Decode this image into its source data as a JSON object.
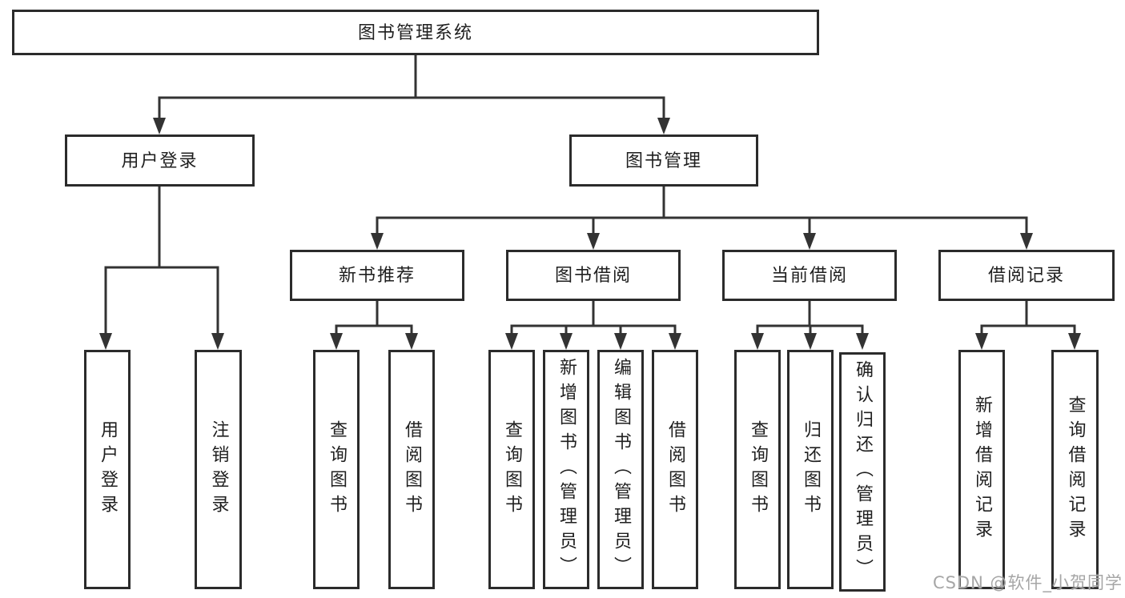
{
  "tree": {
    "root": {
      "label": "图书管理系统",
      "children": [
        {
          "label": "用户登录",
          "children": [
            {
              "label": "用户登录"
            },
            {
              "label": "注销登录"
            }
          ]
        },
        {
          "label": "图书管理",
          "children": [
            {
              "label": "新书推荐",
              "children": [
                {
                  "label": "查询图书"
                },
                {
                  "label": "借阅图书"
                }
              ]
            },
            {
              "label": "图书借阅",
              "children": [
                {
                  "label": "查询图书"
                },
                {
                  "label": "新增图书（管理员）"
                },
                {
                  "label": "编辑图书（管理员）"
                },
                {
                  "label": "借阅图书"
                }
              ]
            },
            {
              "label": "当前借阅",
              "children": [
                {
                  "label": "查询图书"
                },
                {
                  "label": "归还图书"
                },
                {
                  "label": "确认归还（管理员）"
                }
              ]
            },
            {
              "label": "借阅记录",
              "children": [
                {
                  "label": "新增借阅记录"
                },
                {
                  "label": "查询借阅记录"
                }
              ]
            }
          ]
        }
      ]
    }
  },
  "watermark": "CSDN @软件_小贺同学",
  "colors": {
    "line": "#333333",
    "box_border": "#2b2b2b",
    "text": "#1f1f1f",
    "watermark": "#a6a6a6",
    "background": "#ffffff"
  }
}
